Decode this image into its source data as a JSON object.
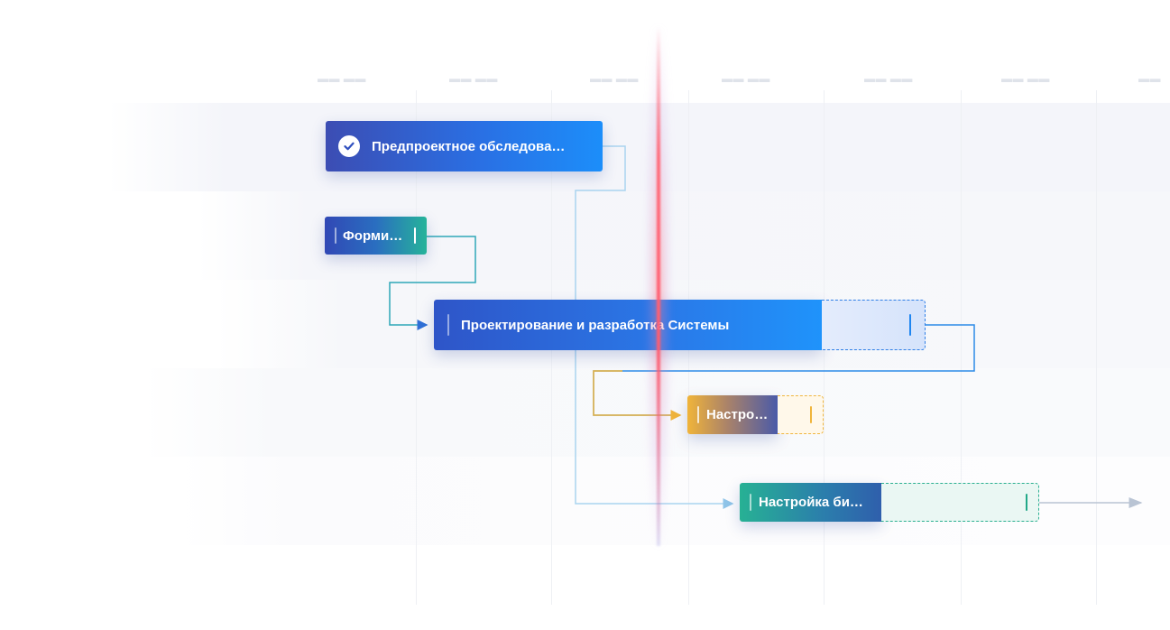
{
  "tasks": [
    {
      "label": "Предпроектное обследова…",
      "status": "completed",
      "color": "#1c8efa"
    },
    {
      "label": "Форми…",
      "color": "#26b39a"
    },
    {
      "label": "Проектирование и разработка Системы",
      "color": "#1f93fb"
    },
    {
      "label": "Настро…",
      "color": "#f0b43a"
    },
    {
      "label": "Настройка би…",
      "color": "#27b194"
    }
  ],
  "today_marker_color": "#ff5d70",
  "icons": {
    "completed": "check-circle-icon"
  }
}
